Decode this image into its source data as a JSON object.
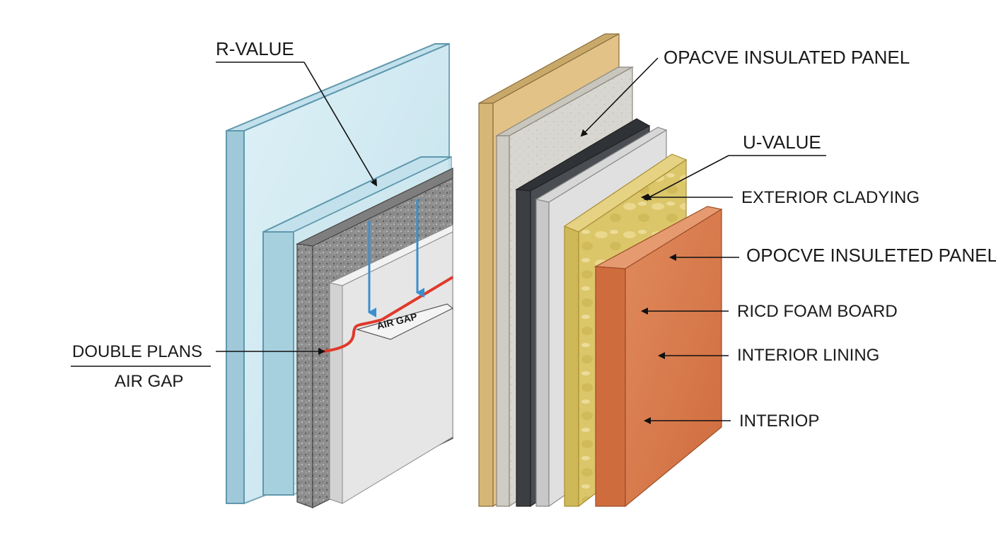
{
  "labels": {
    "r_value": "R-VALUE",
    "double_plans": "DOUBLE PLANS",
    "air_gap_left": "AIR GAP",
    "air_gap_inner": "AIR GAP",
    "opaque_panel_top": "OPACVE INSULATED PANEL",
    "u_value": "U-VALUE",
    "exterior_cladding": "EXTERIOR CLADYING",
    "opaque_panel_2": "OPOCVE INSULETED PANEL",
    "rigid_foam": "RICD FOAM BOARD",
    "interior_lining": "INTERIOR LINING",
    "interior": "INTERIOP"
  },
  "colors": {
    "glass": "#c9e6ef",
    "glass_edge": "#5f97ad",
    "concrete": "#8a8a8a",
    "gypsum": "#e6e6e6",
    "timber": "#e2c287",
    "stone": "#d9d6cf",
    "membrane": "#4a4d52",
    "insulation": "#dcc66a",
    "terracotta": "#d9794a",
    "heat_arrow": "#3a8fd0",
    "air_seal": "#e0392b"
  }
}
